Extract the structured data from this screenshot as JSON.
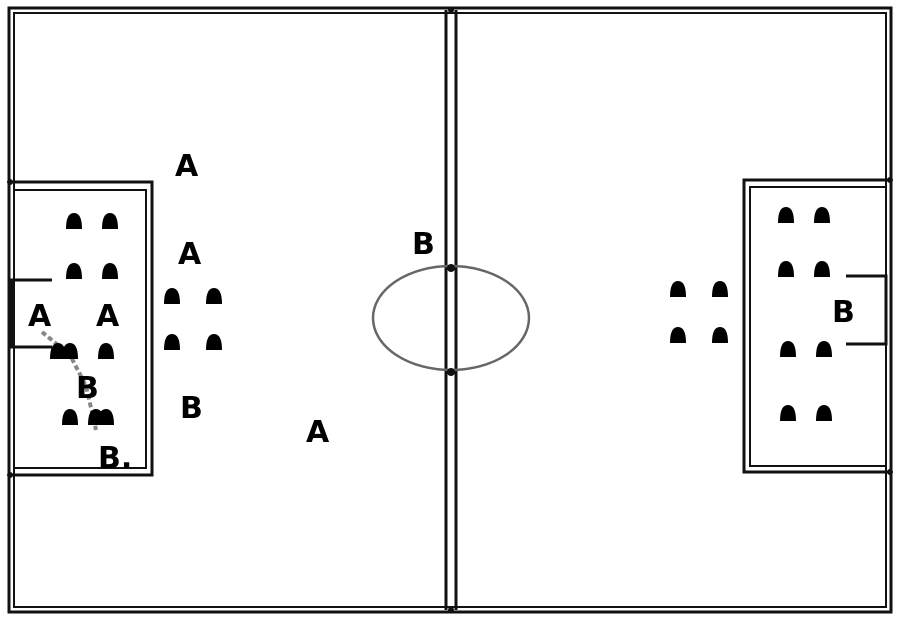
{
  "diagram": {
    "players": [
      {
        "team": "A"
      },
      {
        "team": "A"
      },
      {
        "team": "A"
      },
      {
        "team": "A"
      },
      {
        "team": "A"
      },
      {
        "team": "B"
      },
      {
        "team": "B"
      },
      {
        "team": "B."
      },
      {
        "team": "B"
      },
      {
        "team": "B"
      }
    ],
    "cones": {
      "left_penalty_area": 10,
      "left_outside_area": 4,
      "right_outside_area": 4,
      "right_penalty_area": 8
    }
  }
}
